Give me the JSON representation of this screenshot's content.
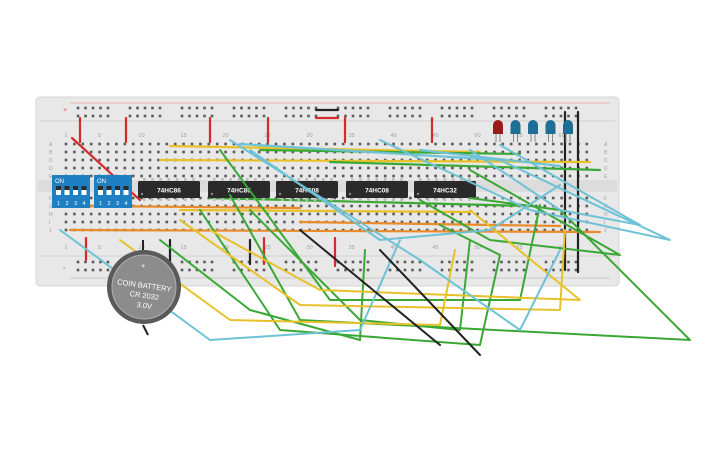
{
  "breadboard": {
    "column_numbers": [
      "1",
      "5",
      "10",
      "15",
      "20",
      "25",
      "30",
      "35",
      "40",
      "45",
      "50",
      "55",
      "60"
    ],
    "row_letters_top": [
      "A",
      "B",
      "C",
      "D",
      "E"
    ],
    "row_letters_bottom": [
      "F",
      "G",
      "H",
      "I",
      "J"
    ],
    "rail_plus": "+",
    "rail_minus": "-"
  },
  "chips": [
    {
      "label": "74HC86"
    },
    {
      "label": "74HC86"
    },
    {
      "label": "74HC08"
    },
    {
      "label": "74HC08"
    },
    {
      "label": "74HC32"
    }
  ],
  "dip_switches": [
    {
      "on_label": "ON",
      "numbers": [
        "1",
        "2",
        "3",
        "4"
      ]
    },
    {
      "on_label": "ON",
      "numbers": [
        "1",
        "2",
        "3",
        "4"
      ]
    }
  ],
  "battery": {
    "line1": "COIN BATTERY",
    "line2": "CR 2032",
    "line3": "3.0V",
    "plus": "+"
  },
  "leds": [
    {
      "color": "#9b1b1b"
    },
    {
      "color": "#1e6f96"
    },
    {
      "color": "#1e6f96"
    },
    {
      "color": "#1e6f96"
    },
    {
      "color": "#1e6f96"
    }
  ],
  "colors": {
    "board": "#e6e6e6",
    "chip": "#2a2a2a",
    "dip": "#1f7fc3",
    "wire_green": "#3aa835",
    "wire_yellow": "#e8c12a",
    "wire_blue": "#6ec2d6",
    "wire_orange": "#e98b2a",
    "wire_red": "#d42a2a",
    "wire_black": "#222222"
  }
}
